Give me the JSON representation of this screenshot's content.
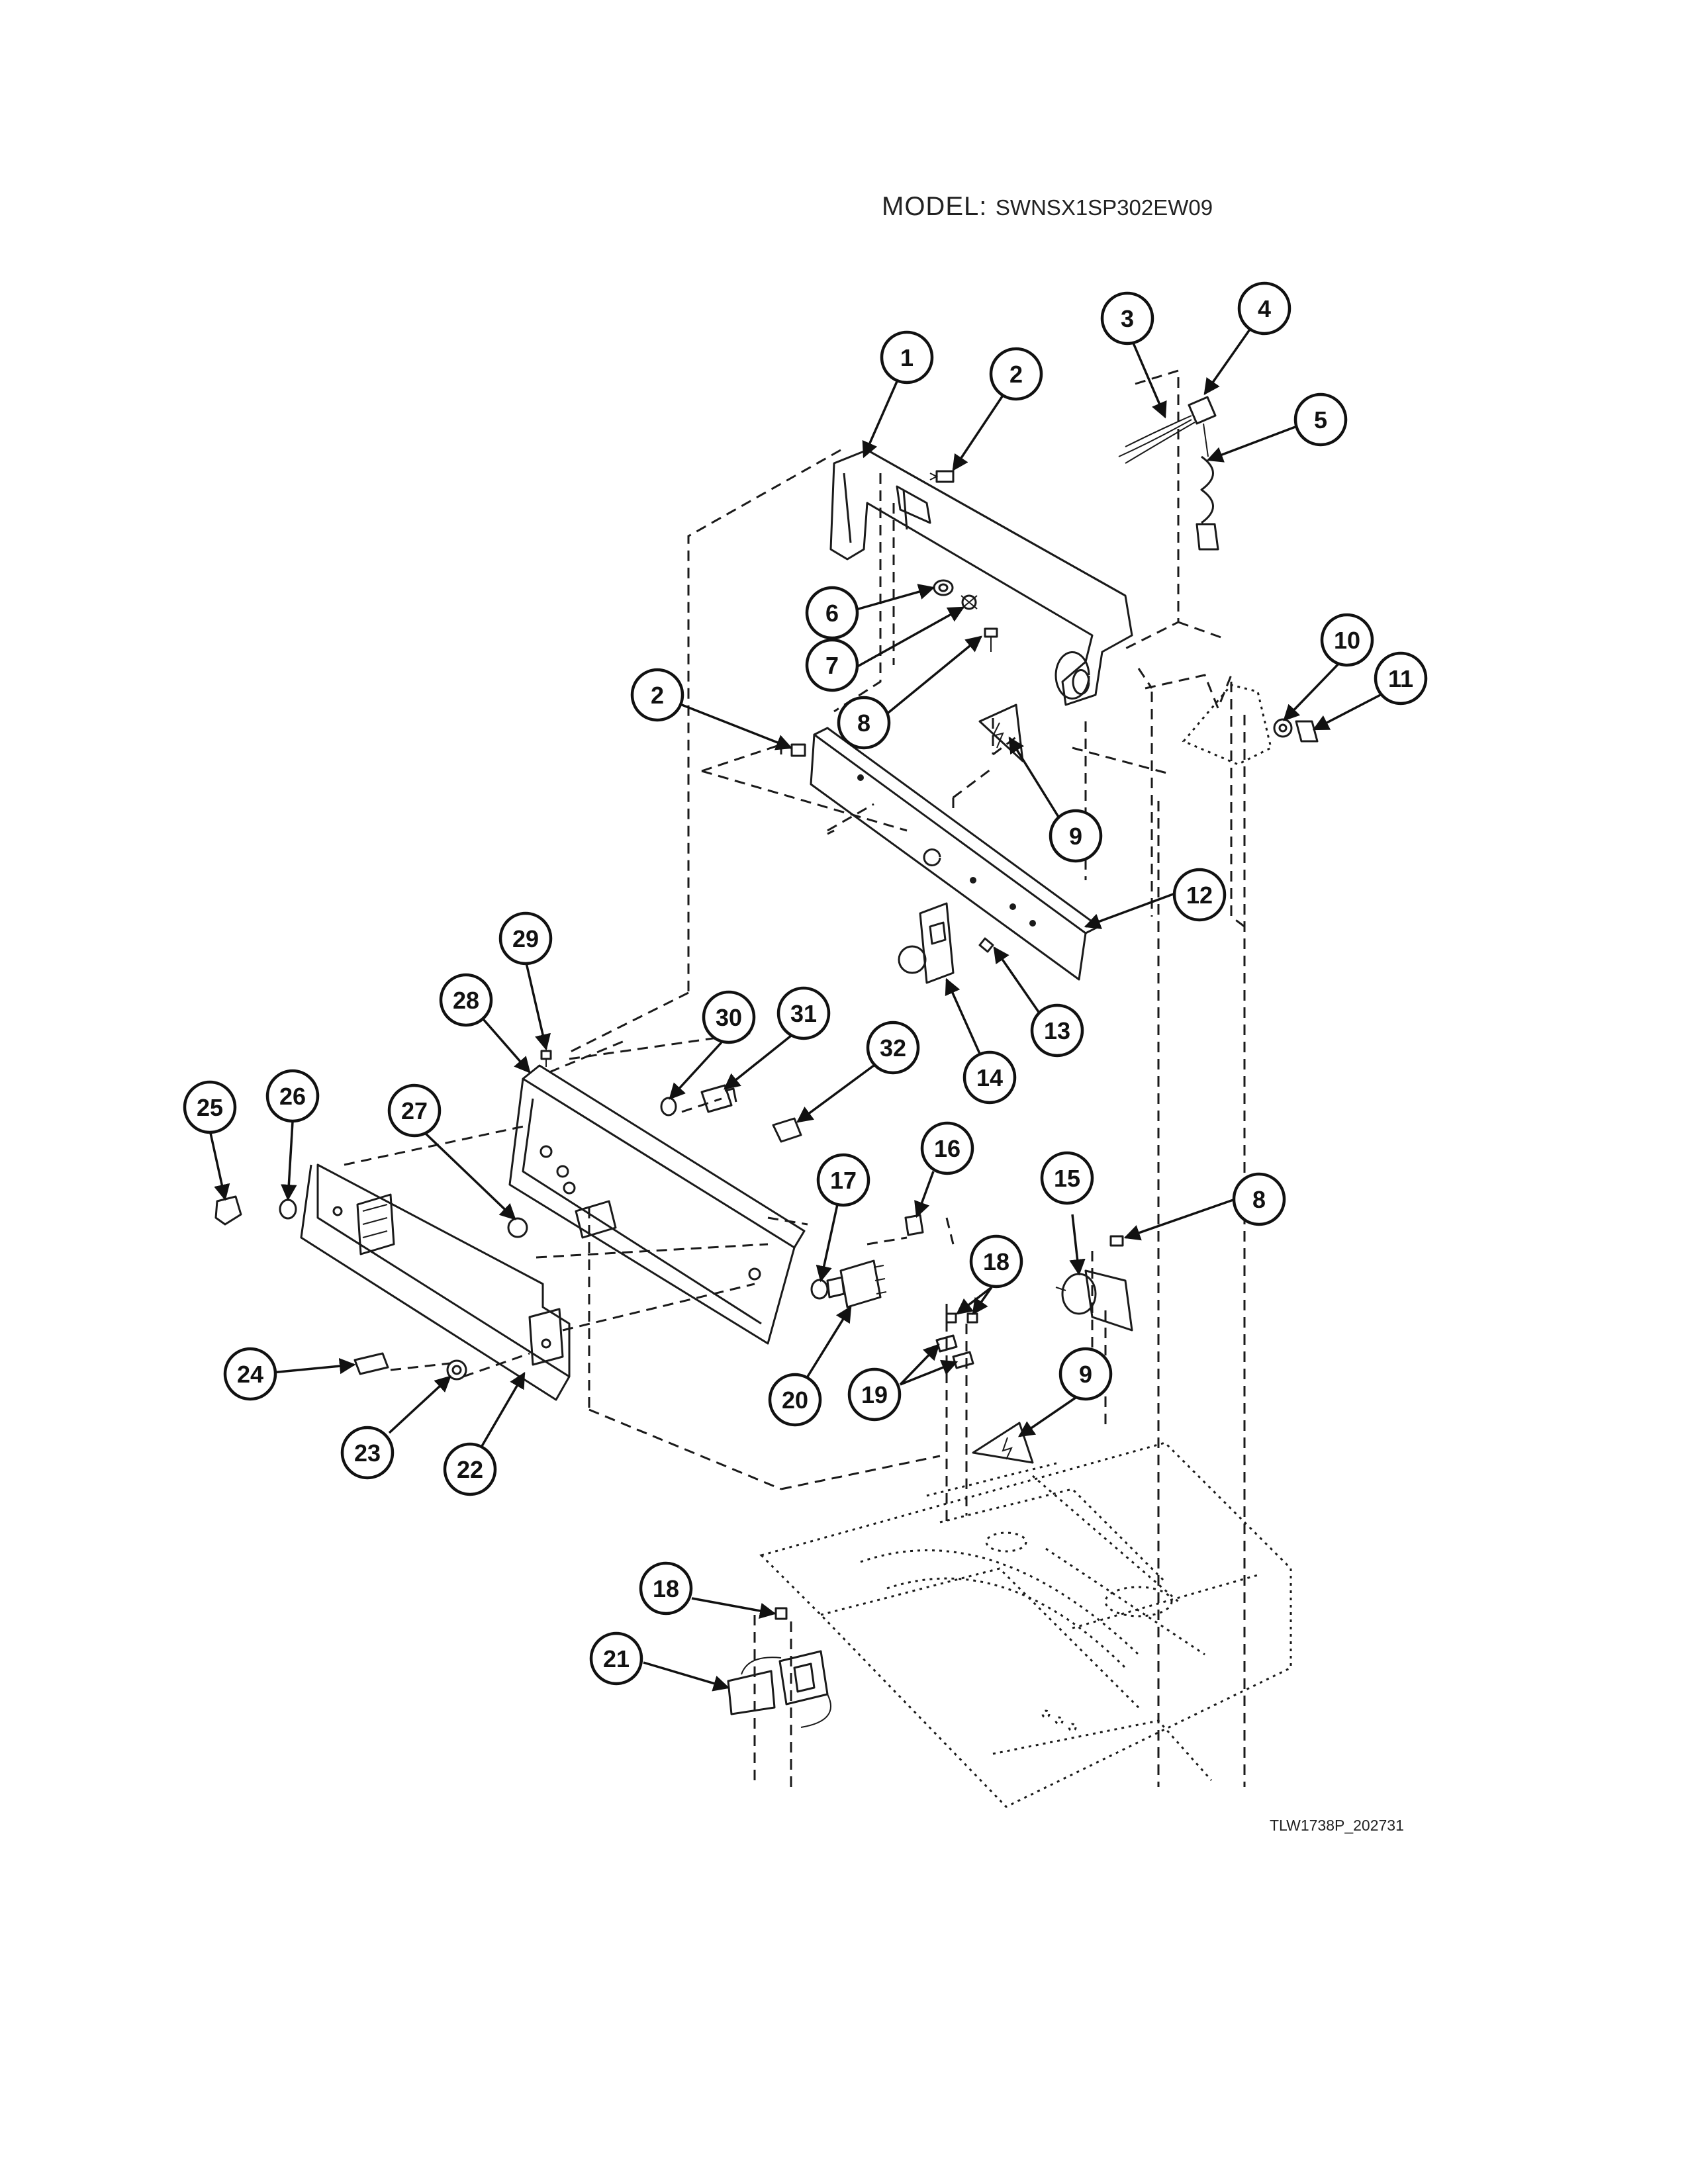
{
  "header": {
    "model_label": "MODEL:",
    "model_number": "SWNSX1SP302EW09"
  },
  "drawing_code": "TLW1738P_202731",
  "callouts": [
    {
      "id": "c1",
      "num": "1"
    },
    {
      "id": "c2a",
      "num": "2"
    },
    {
      "id": "c2b",
      "num": "2"
    },
    {
      "id": "c3",
      "num": "3"
    },
    {
      "id": "c4",
      "num": "4"
    },
    {
      "id": "c5",
      "num": "5"
    },
    {
      "id": "c6",
      "num": "6"
    },
    {
      "id": "c7",
      "num": "7"
    },
    {
      "id": "c8a",
      "num": "8"
    },
    {
      "id": "c8b",
      "num": "8"
    },
    {
      "id": "c9a",
      "num": "9"
    },
    {
      "id": "c9b",
      "num": "9"
    },
    {
      "id": "c10",
      "num": "10"
    },
    {
      "id": "c11",
      "num": "11"
    },
    {
      "id": "c12",
      "num": "12"
    },
    {
      "id": "c13",
      "num": "13"
    },
    {
      "id": "c14",
      "num": "14"
    },
    {
      "id": "c15",
      "num": "15"
    },
    {
      "id": "c16",
      "num": "16"
    },
    {
      "id": "c17",
      "num": "17"
    },
    {
      "id": "c18a",
      "num": "18"
    },
    {
      "id": "c18b",
      "num": "18"
    },
    {
      "id": "c19",
      "num": "19"
    },
    {
      "id": "c20",
      "num": "20"
    },
    {
      "id": "c21",
      "num": "21"
    },
    {
      "id": "c22",
      "num": "22"
    },
    {
      "id": "c23",
      "num": "23"
    },
    {
      "id": "c24",
      "num": "24"
    },
    {
      "id": "c25",
      "num": "25"
    },
    {
      "id": "c26",
      "num": "26"
    },
    {
      "id": "c27",
      "num": "27"
    },
    {
      "id": "c28",
      "num": "28"
    },
    {
      "id": "c29",
      "num": "29"
    },
    {
      "id": "c30",
      "num": "30"
    },
    {
      "id": "c31",
      "num": "31"
    },
    {
      "id": "c32",
      "num": "32"
    }
  ]
}
